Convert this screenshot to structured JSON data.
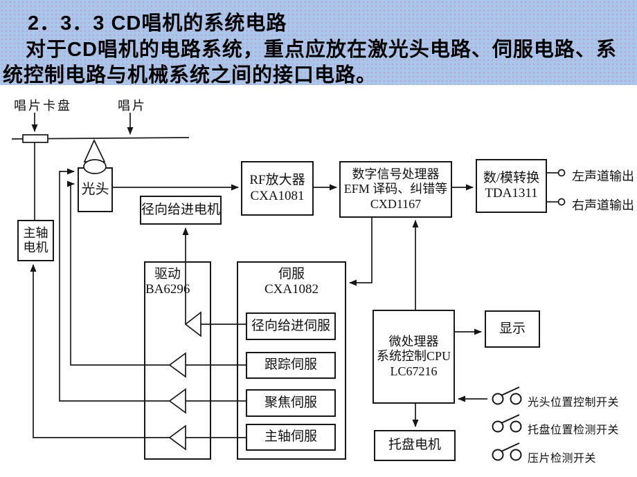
{
  "slide": {
    "title": "2．3．3 CD唱机的系统电路",
    "body_line1": "对于CD唱机的电路系统，重点应放在激光头电路、伺服电路、系",
    "body_line2": "统控制电路与机械系统之间的接口电路。"
  },
  "colors": {
    "header_bg": "#a9c7ea",
    "header_text": "#000000",
    "canvas_bg": "#ffffff",
    "line": "#1a1a1a"
  },
  "diagram": {
    "mech": {
      "clamper_label": "唱片卡盘",
      "disc_label": "唱片"
    },
    "boxes": {
      "spindle_motor_1": "主轴",
      "spindle_motor_2": "电机",
      "pickup": "光头",
      "radial_feed_motor": "径向给进电机",
      "rf_amp_1": "RF放大器",
      "rf_amp_2": "CXA1081",
      "dsp_1": "数字信号处理器",
      "dsp_2": "EFM 译码、纠错等",
      "dsp_3": "CXD1167",
      "dac_1": "数/模转换",
      "dac_2": "TDA1311",
      "drive_1": "驱动",
      "drive_2": "BA6296",
      "servo_1": "伺服",
      "servo_2": "CXA1082",
      "radial_feed_servo": "径向给进伺服",
      "tracking_servo": "跟踪伺服",
      "focus_servo": "聚焦伺服",
      "spindle_servo": "主轴伺服",
      "cpu_1": "微处理器",
      "cpu_2": "系统控制CPU",
      "cpu_3": "LC67216",
      "display": "显示",
      "tray_motor": "托盘电机"
    },
    "outputs": {
      "left": "左声道输出",
      "right": "右声道输出"
    },
    "switches": {
      "s1": "光头位置控制开关",
      "s2": "托盘位置检测开关",
      "s3": "压片检测开关"
    }
  }
}
